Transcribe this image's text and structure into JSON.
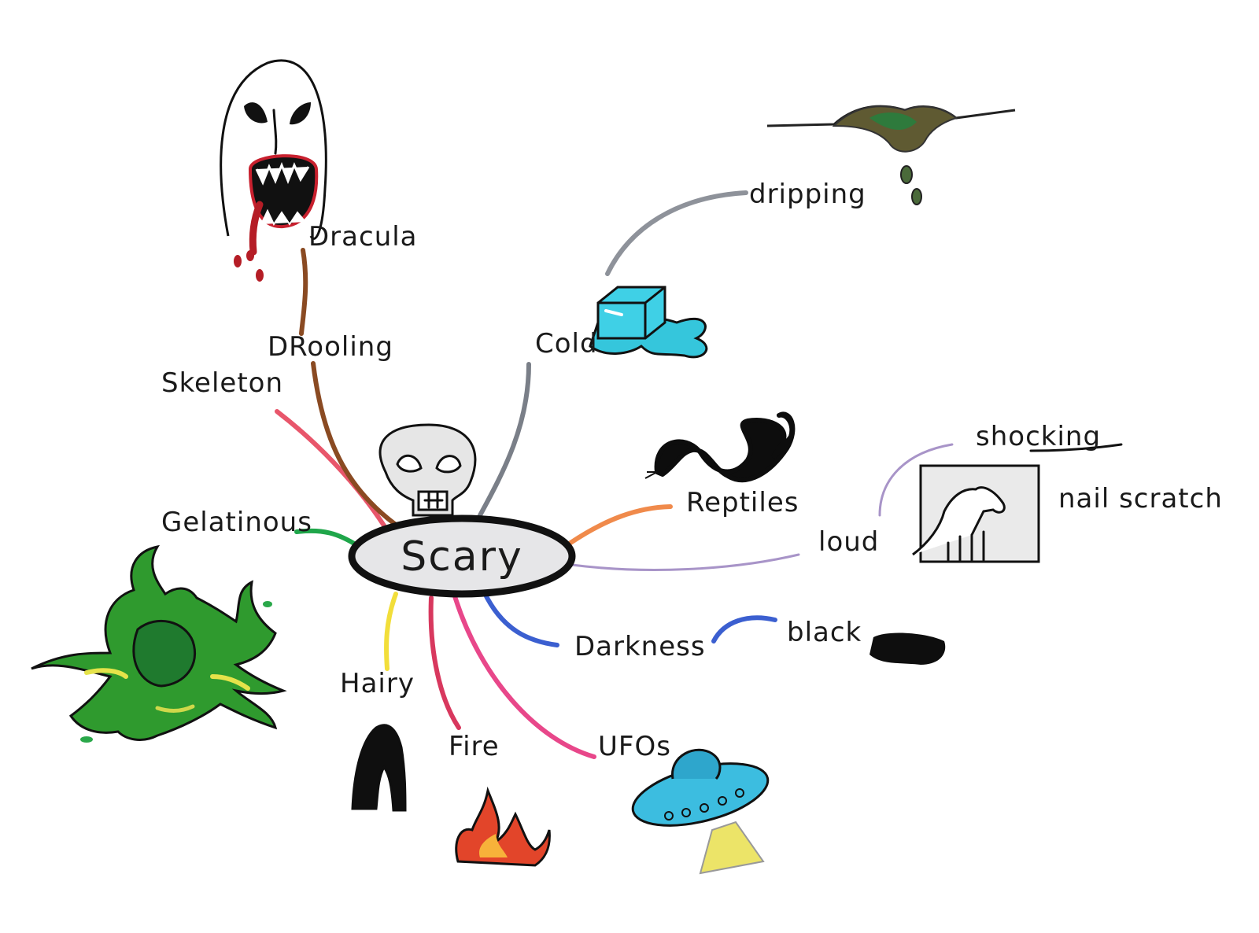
{
  "center": {
    "label": "Scary"
  },
  "branches": [
    {
      "id": "skeleton",
      "label": "Skeleton",
      "color": "#e8566b"
    },
    {
      "id": "drooling",
      "label": "DRooling",
      "color": "#8a4a22"
    },
    {
      "id": "dracula",
      "label": "Dracula",
      "color": "#8a4a22"
    },
    {
      "id": "cold",
      "label": "Cold",
      "color": "#7a7f88"
    },
    {
      "id": "dripping",
      "label": "dripping",
      "color": "#8e929a"
    },
    {
      "id": "reptiles",
      "label": "Reptiles",
      "color": "#f08a4b"
    },
    {
      "id": "loud",
      "label": "loud",
      "color": "#a894c8"
    },
    {
      "id": "shocking",
      "label": "shocking",
      "color": "#a894c8"
    },
    {
      "id": "nail_scratch",
      "label": "nail scratch",
      "color": "#111111"
    },
    {
      "id": "darkness",
      "label": "Darkness",
      "color": "#3b5fd0"
    },
    {
      "id": "black",
      "label": "black",
      "color": "#3b5fd0"
    },
    {
      "id": "ufos",
      "label": "UFOs",
      "color": "#e8478a"
    },
    {
      "id": "fire",
      "label": "Fire",
      "color": "#d8385e"
    },
    {
      "id": "hairy",
      "label": "Hairy",
      "color": "#f2de3a"
    },
    {
      "id": "gelatinous",
      "label": "Gelatinous",
      "color": "#1fa64a"
    }
  ],
  "icons": {
    "center": "skull-icon",
    "dracula": "vampire-ghost-icon",
    "dripping": "dripping-goo-icon",
    "cold": "ice-cube-icon",
    "reptiles": "snake-icon",
    "shocking": "scratching-hand-icon",
    "black": "black-smudge-icon",
    "ufos": "flying-saucer-icon",
    "fire": "flame-icon",
    "hairy": "hair-icon",
    "gelatinous": "green-slime-icon"
  }
}
